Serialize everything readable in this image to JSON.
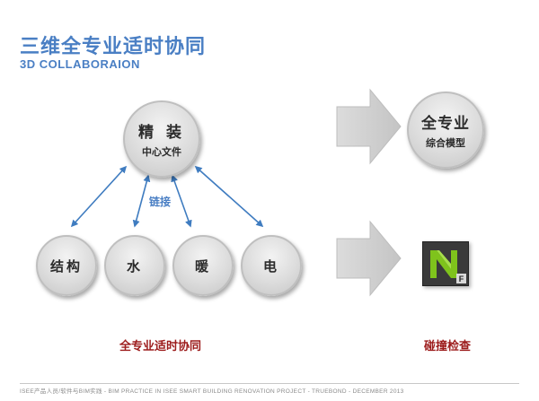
{
  "header": {
    "title_zh": "三维全专业适时协同",
    "title_en": "3D COLLABORAION"
  },
  "diagram": {
    "center_circle": {
      "line1": "精 装",
      "line2": "中心文件"
    },
    "link_label": "链接",
    "bottom_circles": [
      "结构",
      "水",
      "暖",
      "电"
    ],
    "right_circle": {
      "line1": "全专业",
      "line2": "综合模型"
    },
    "software_icon": "navisworks-icon",
    "software_badge": "F"
  },
  "captions": {
    "left": "全专业适时协同",
    "right": "碰撞检查"
  },
  "footer": {
    "text": "ISEE产品人员/软件与BIM实践 - BIM PRACTICE IN ISEE SMART BUILDING RENOVATION PROJECT - TRUEBOND - DECEMBER 2013"
  },
  "colors": {
    "title_blue": "#4a7fc4",
    "arrow_blue": "#3f7cc0",
    "caption_red": "#9c1b1b",
    "big_arrow_gray": "#cfcfcf"
  }
}
